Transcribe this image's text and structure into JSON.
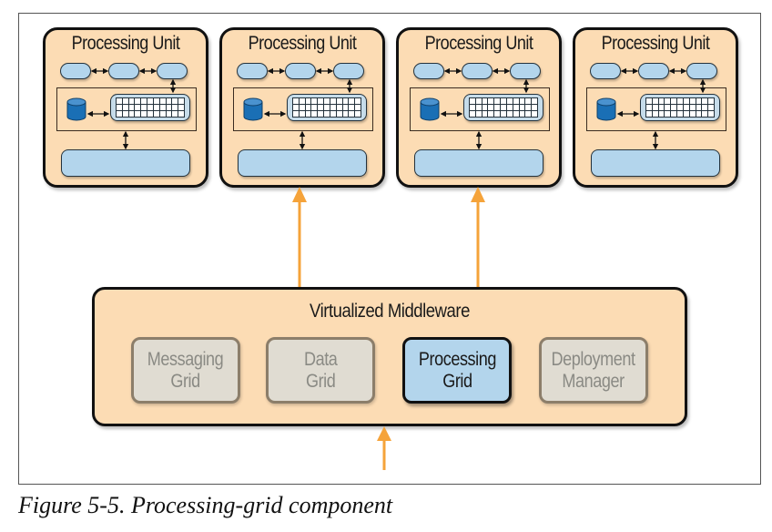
{
  "figure": {
    "caption": "Figure 5-5. Processing-grid component"
  },
  "processing_units": [
    {
      "title": "Processing Unit",
      "receives_arrow": false
    },
    {
      "title": "Processing Unit",
      "receives_arrow": true
    },
    {
      "title": "Processing Unit",
      "receives_arrow": true
    },
    {
      "title": "Processing Unit",
      "receives_arrow": false
    }
  ],
  "middleware": {
    "title": "Virtualized Middleware",
    "components": [
      {
        "label": "Messaging\nGrid",
        "state": "inactive"
      },
      {
        "label": "Data\nGrid",
        "state": "inactive"
      },
      {
        "label": "Processing\nGrid",
        "state": "active"
      },
      {
        "label": "Deployment\nManager",
        "state": "inactive"
      }
    ]
  },
  "colors": {
    "unit_fill": "#fcdcb4",
    "component_blue": "#b3d5ec",
    "database_blue": "#1a6fb5",
    "inactive_fill": "#e0dcd2",
    "inactive_text": "#8a8a84",
    "arrow_orange": "#f5a33a"
  }
}
